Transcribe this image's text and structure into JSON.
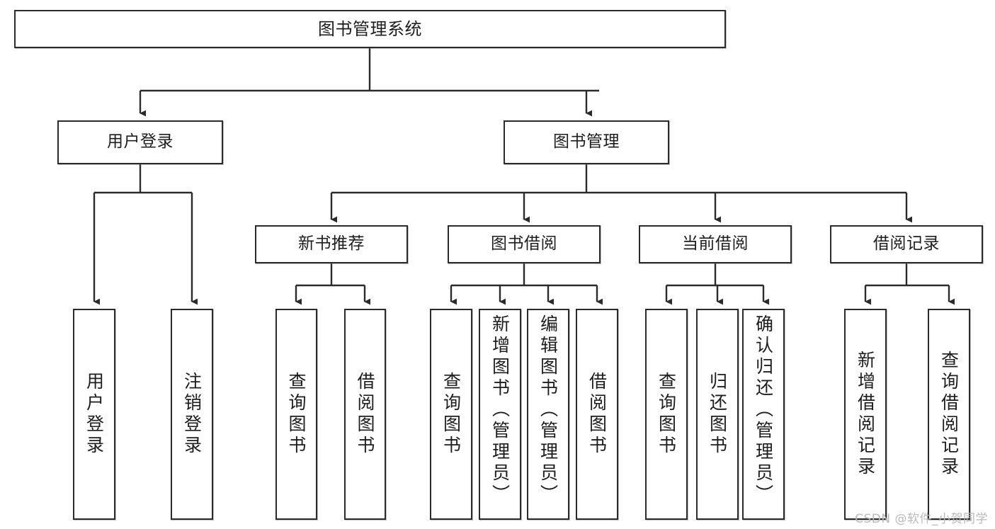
{
  "diagram": {
    "type": "tree",
    "title": "图书管理系统",
    "orientation": "top-down",
    "colors": {
      "box_border": "#2b2b2b",
      "box_fill": "#ffffff",
      "edge": "#2b2b2b",
      "text": "#1d1d1d",
      "watermark": "#b9b9b9",
      "background": "#ffffff"
    },
    "root": {
      "id": "root",
      "label": "图书管理系统"
    },
    "level1": [
      {
        "id": "user-login",
        "label": "用户登录"
      },
      {
        "id": "book-manage",
        "label": "图书管理"
      }
    ],
    "level2": [
      {
        "id": "new-book-recommend",
        "label": "新书推荐",
        "parent": "book-manage"
      },
      {
        "id": "book-borrow",
        "label": "图书借阅",
        "parent": "book-manage"
      },
      {
        "id": "current-borrow",
        "label": "当前借阅",
        "parent": "book-manage"
      },
      {
        "id": "borrow-record",
        "label": "借阅记录",
        "parent": "book-manage"
      }
    ],
    "leaves": {
      "user_login": [
        {
          "id": "leaf-user-login",
          "label": "用户登录"
        },
        {
          "id": "leaf-logout",
          "label": "注销登录"
        }
      ],
      "new_book_recommend": [
        {
          "id": "leaf-query-book-1",
          "label": "查询图书"
        },
        {
          "id": "leaf-borrow-book-1",
          "label": "借阅图书"
        }
      ],
      "book_borrow": [
        {
          "id": "leaf-query-book-2",
          "label": "查询图书"
        },
        {
          "id": "leaf-add-book",
          "label": "新增图书（管理员）"
        },
        {
          "id": "leaf-edit-book",
          "label": "编辑图书（管理员）"
        },
        {
          "id": "leaf-borrow-book-2",
          "label": "借阅图书"
        }
      ],
      "current_borrow": [
        {
          "id": "leaf-query-book-3",
          "label": "查询图书"
        },
        {
          "id": "leaf-return-book",
          "label": "归还图书"
        },
        {
          "id": "leaf-confirm-return",
          "label": "确认归还（管理员）"
        }
      ],
      "borrow_record": [
        {
          "id": "leaf-add-record",
          "label": "新增借阅记录"
        },
        {
          "id": "leaf-query-record",
          "label": "查询借阅记录"
        }
      ]
    }
  },
  "watermark": {
    "text": "CSDN @软件_小贺同学"
  }
}
